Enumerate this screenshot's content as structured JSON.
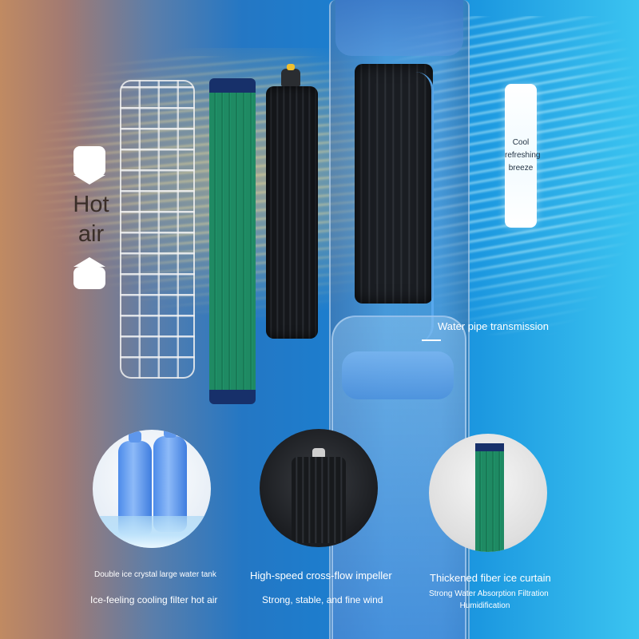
{
  "labels": {
    "hot_air": "Hot air",
    "cool_breeze": [
      "Cool",
      "refreshing",
      "breeze"
    ],
    "water_pipe": "Water pipe transmission"
  },
  "features": [
    {
      "title": "Double ice crystal large water tank",
      "subtitle": "Ice-feeling cooling filter hot air"
    },
    {
      "title": "High-speed cross-flow impeller",
      "subtitle": "Strong, stable, and fine wind"
    },
    {
      "title": "Thickened fiber ice curtain",
      "subtitle_lines": [
        "Strong Water Absorption Filtration",
        "Humidification"
      ]
    }
  ],
  "colors": {
    "warm": "#c08a62",
    "cool": "#3bc4f0",
    "curtain_green": "#1f8a63",
    "curtain_navy": "#17306a"
  }
}
